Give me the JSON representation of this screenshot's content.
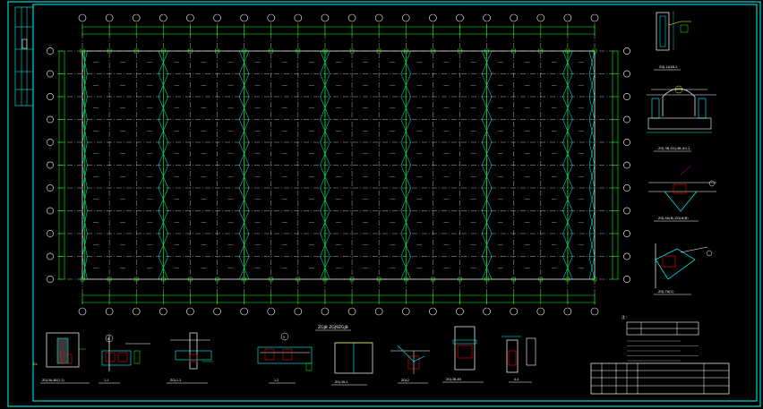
{
  "drawing": {
    "plan_title": "ZGJ8 ZGJ9ZGJ8",
    "column_axis_count": 20,
    "row_axis_count": 11,
    "dim_top_total": "",
    "colors": {
      "background": "#000000",
      "frame": "#00ffff",
      "grid": "#ffffff",
      "column": "#00ff00",
      "bracing": "#00ffff",
      "text": "#ffffff",
      "dimension": "#00ff00",
      "title_block": "#ff0000",
      "leader": "#ff00ff",
      "accent": "#ffff00"
    }
  },
  "details": {
    "right": [
      {
        "caption": "ZGJ-1A1B-2"
      },
      {
        "caption": "ZGJ-3B,ZGJ-4B,XG-2"
      },
      {
        "caption": "ZGJ-4A(B),ZGJ-6(B)"
      },
      {
        "caption": "ZGJ-7A(C)"
      }
    ],
    "bottom": [
      {
        "caption": "ZGJ-3A-4B(1-1)",
        "tag": "GJ-"
      },
      {
        "caption": "1-1",
        "tag": "6"
      },
      {
        "caption": "ZGJ-1-2"
      },
      {
        "caption": "1-2",
        "tag": "5"
      },
      {
        "caption": "ZGJ-3A-1"
      },
      {
        "caption": "ZGJ-2"
      },
      {
        "caption": "ZGJ-3B-4B"
      },
      {
        "caption": "4-4"
      }
    ]
  },
  "notes": {
    "heading": "注  :",
    "table_header": [
      "",
      "",
      "",
      ""
    ],
    "lines": [
      "",
      "",
      "",
      "",
      ""
    ]
  },
  "title_block": {
    "company": "",
    "project": "",
    "drawing_name": "",
    "labels": [
      "",
      "",
      "",
      "",
      "",
      "",
      ""
    ]
  }
}
